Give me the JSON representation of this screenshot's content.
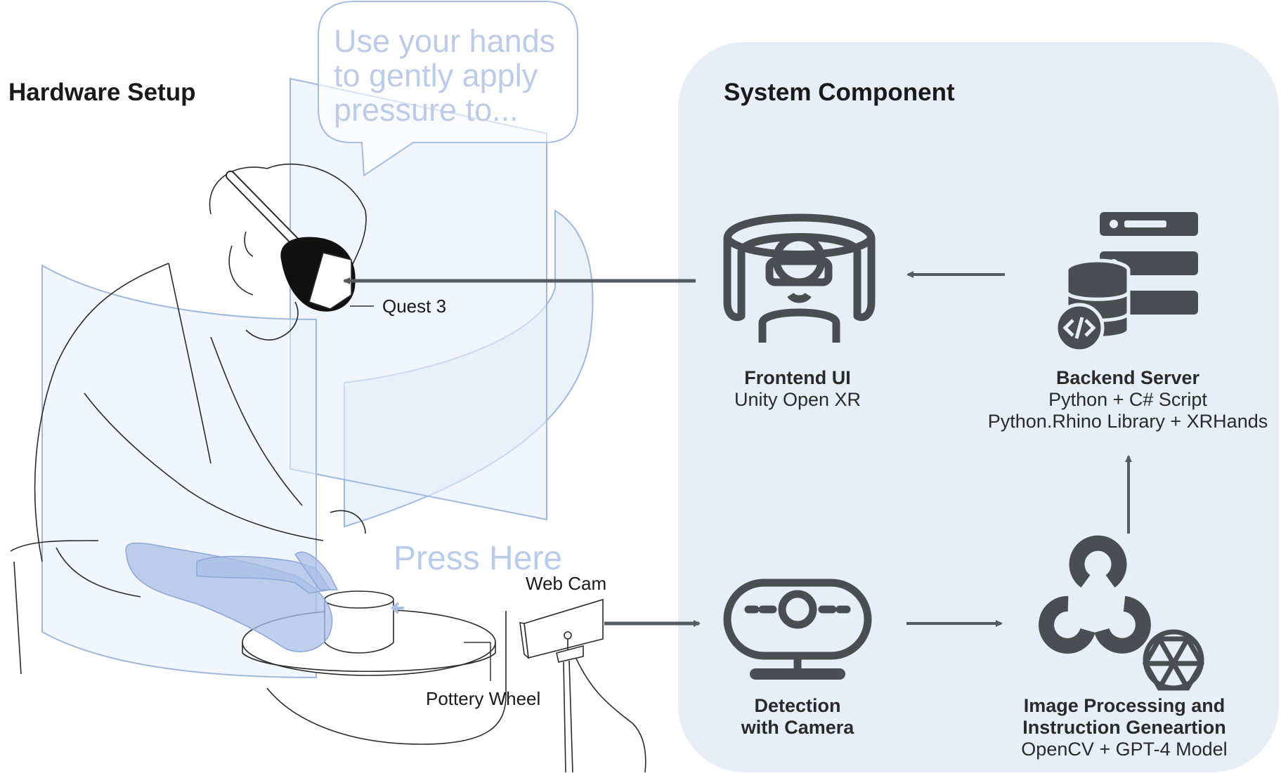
{
  "hardware_setup": {
    "title": "Hardware Setup",
    "quest_label": "Quest 3",
    "webcam_label": "Web Cam",
    "wheel_label": "Pottery Wheel",
    "speech_bubble": [
      "Use your hands",
      "to gently apply",
      "pressure to..."
    ],
    "press_label": "Press Here"
  },
  "system_component": {
    "title": "System Component",
    "frontend": {
      "title": "Frontend UI",
      "lines": [
        "Unity Open XR"
      ],
      "icon": "vr-user-icon"
    },
    "backend": {
      "title": "Backend Server",
      "lines": [
        "Python + C# Script",
        "Python.Rhino Library + XRHands"
      ],
      "icon": "server-database-icon"
    },
    "detection": {
      "title_lines": [
        "Detection",
        "with Camera"
      ],
      "icon": "webcam-icon"
    },
    "processing": {
      "title_lines": [
        "Image Processing and",
        "Instruction Genеartion"
      ],
      "lines": [
        "OpenCV + GPT-4 Model"
      ],
      "icons": [
        "opencv-logo-icon",
        "openai-logo-icon"
      ]
    }
  },
  "colors": {
    "panel": "#e8eef8",
    "screen_fill": "#dde7f6",
    "screen_stroke": "#9fb8de",
    "glove": "#a9bfe7",
    "icon": "#4a4d52",
    "arrow": "#555b61"
  }
}
